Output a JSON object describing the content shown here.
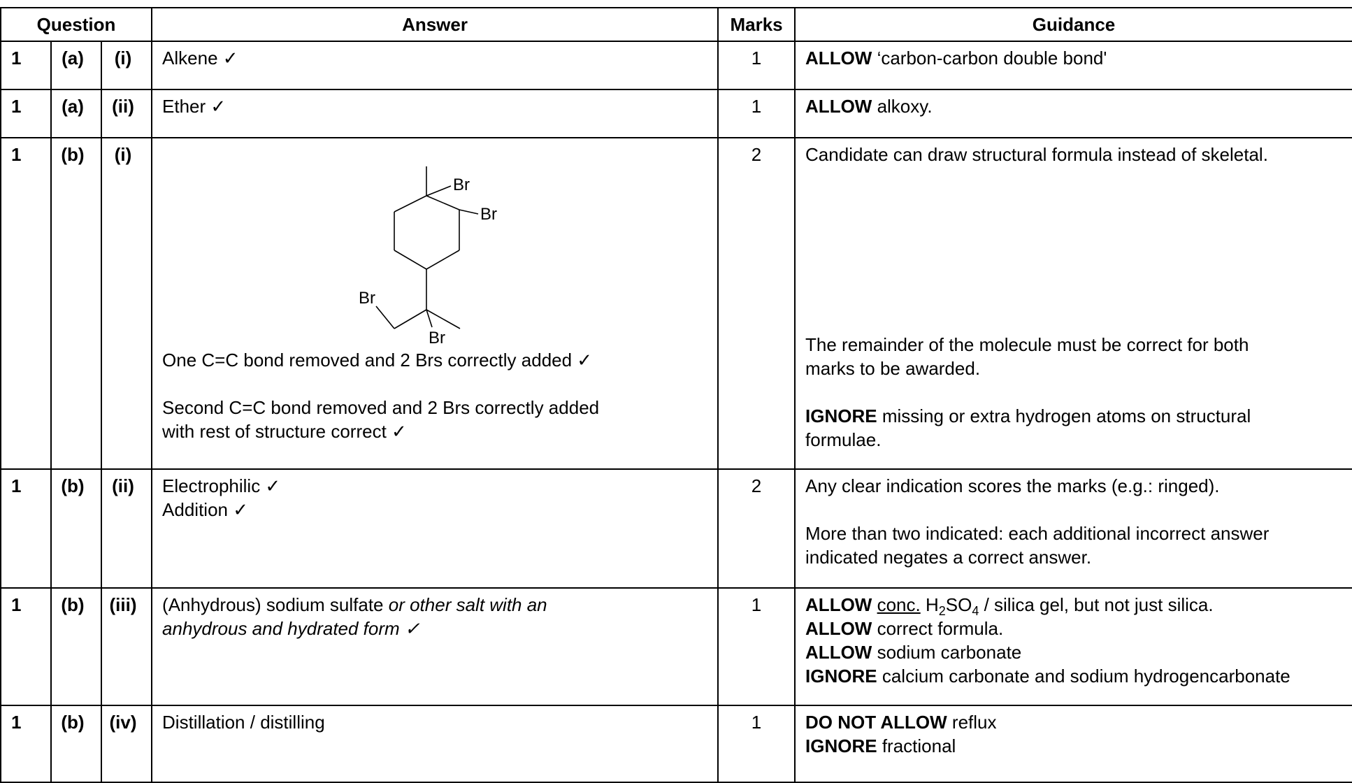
{
  "headers": {
    "question": "Question",
    "answer": "Answer",
    "marks": "Marks",
    "guidance": "Guidance"
  },
  "rows": [
    {
      "q1": "1",
      "q2": "(a)",
      "q3": "(i)",
      "answer": [
        "Alkene ✓"
      ],
      "marks": "1",
      "guidance": {
        "allow_word": "ALLOW",
        "allow_text": " ‘carbon-carbon double bond'"
      }
    },
    {
      "q1": "1",
      "q2": "(a)",
      "q3": "(ii)",
      "answer": [
        "Ether ✓"
      ],
      "marks": "1",
      "guidance": {
        "allow_word": "ALLOW",
        "allow_text": " alkoxy."
      }
    },
    {
      "q1": "1",
      "q2": "(b)",
      "q3": "(i)",
      "structure_labels": [
        "Br",
        "Br",
        "Br",
        "Br"
      ],
      "answer": [
        "One C=C bond removed and 2 Brs correctly added ✓",
        "Second C=C bond removed and 2 Brs correctly added",
        "with rest of structure correct ✓"
      ],
      "marks": "2",
      "guidance": {
        "line1": "Candidate can draw structural formula instead of skeletal.",
        "line2": "The remainder of the molecule must be correct for both",
        "line3": "marks to be awarded.",
        "ignore_word": "IGNORE",
        "ignore_text": " missing or extra hydrogen atoms on structural",
        "ignore_text2": "formulae."
      }
    },
    {
      "q1": "1",
      "q2": "(b)",
      "q3": "(ii)",
      "answer": [
        "Electrophilic ✓",
        "Addition ✓"
      ],
      "marks": "2",
      "guidance": {
        "line1": "Any clear indication scores the marks (e.g.: ringed).",
        "line2": "More than two indicated: each additional incorrect answer",
        "line3": "indicated negates a correct answer."
      }
    },
    {
      "q1": "1",
      "q2": "(b)",
      "q3": "(iii)",
      "answer": {
        "plain": "(Anhydrous) sodium sulfate ",
        "italic1": "or other salt with an",
        "italic2": "anhydrous and hydrated form ✓"
      },
      "marks": "1",
      "guidance": {
        "allow_word": "ALLOW",
        "conc": "conc.",
        "h": " H",
        "sub2": "2",
        "so": "SO",
        "sub4": "4",
        "rest1": " / silica gel, but not just silica.",
        "rest2": " correct formula.",
        "rest3": " sodium carbonate",
        "ignore_word": "IGNORE",
        "rest4": " calcium carbonate and sodium hydrogencarbonate"
      }
    },
    {
      "q1": "1",
      "q2": "(b)",
      "q3": "(iv)",
      "answer": [
        "Distillation / distilling"
      ],
      "marks": "1",
      "guidance": {
        "dna_word": "DO NOT ALLOW",
        "dna_text": " reflux",
        "ignore_word": "IGNORE",
        "ignore_text": " fractional"
      }
    }
  ]
}
